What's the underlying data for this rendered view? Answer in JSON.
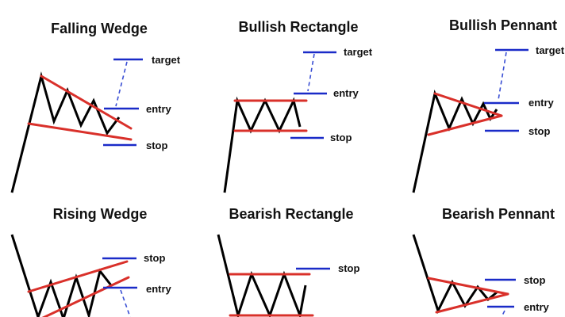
{
  "panels": [
    {
      "title": "Falling Wedge",
      "labels": {
        "target": "target",
        "entry": "entry",
        "stop": "stop"
      }
    },
    {
      "title": "Bullish Rectangle",
      "labels": {
        "target": "target",
        "entry": "entry",
        "stop": "stop"
      }
    },
    {
      "title": "Bullish Pennant",
      "labels": {
        "target": "target",
        "entry": "entry",
        "stop": "stop"
      }
    },
    {
      "title": "Rising Wedge",
      "labels": {
        "stop": "stop",
        "entry": "entry"
      }
    },
    {
      "title": "Bearish Rectangle",
      "labels": {
        "stop": "stop"
      }
    },
    {
      "title": "Bearish Pennant",
      "labels": {
        "stop": "stop",
        "entry": "entry"
      }
    }
  ],
  "colors": {
    "price": "#000000",
    "trendline": "#d9302a",
    "level": "#1a2bc8",
    "projection": "#3a4fd4"
  }
}
